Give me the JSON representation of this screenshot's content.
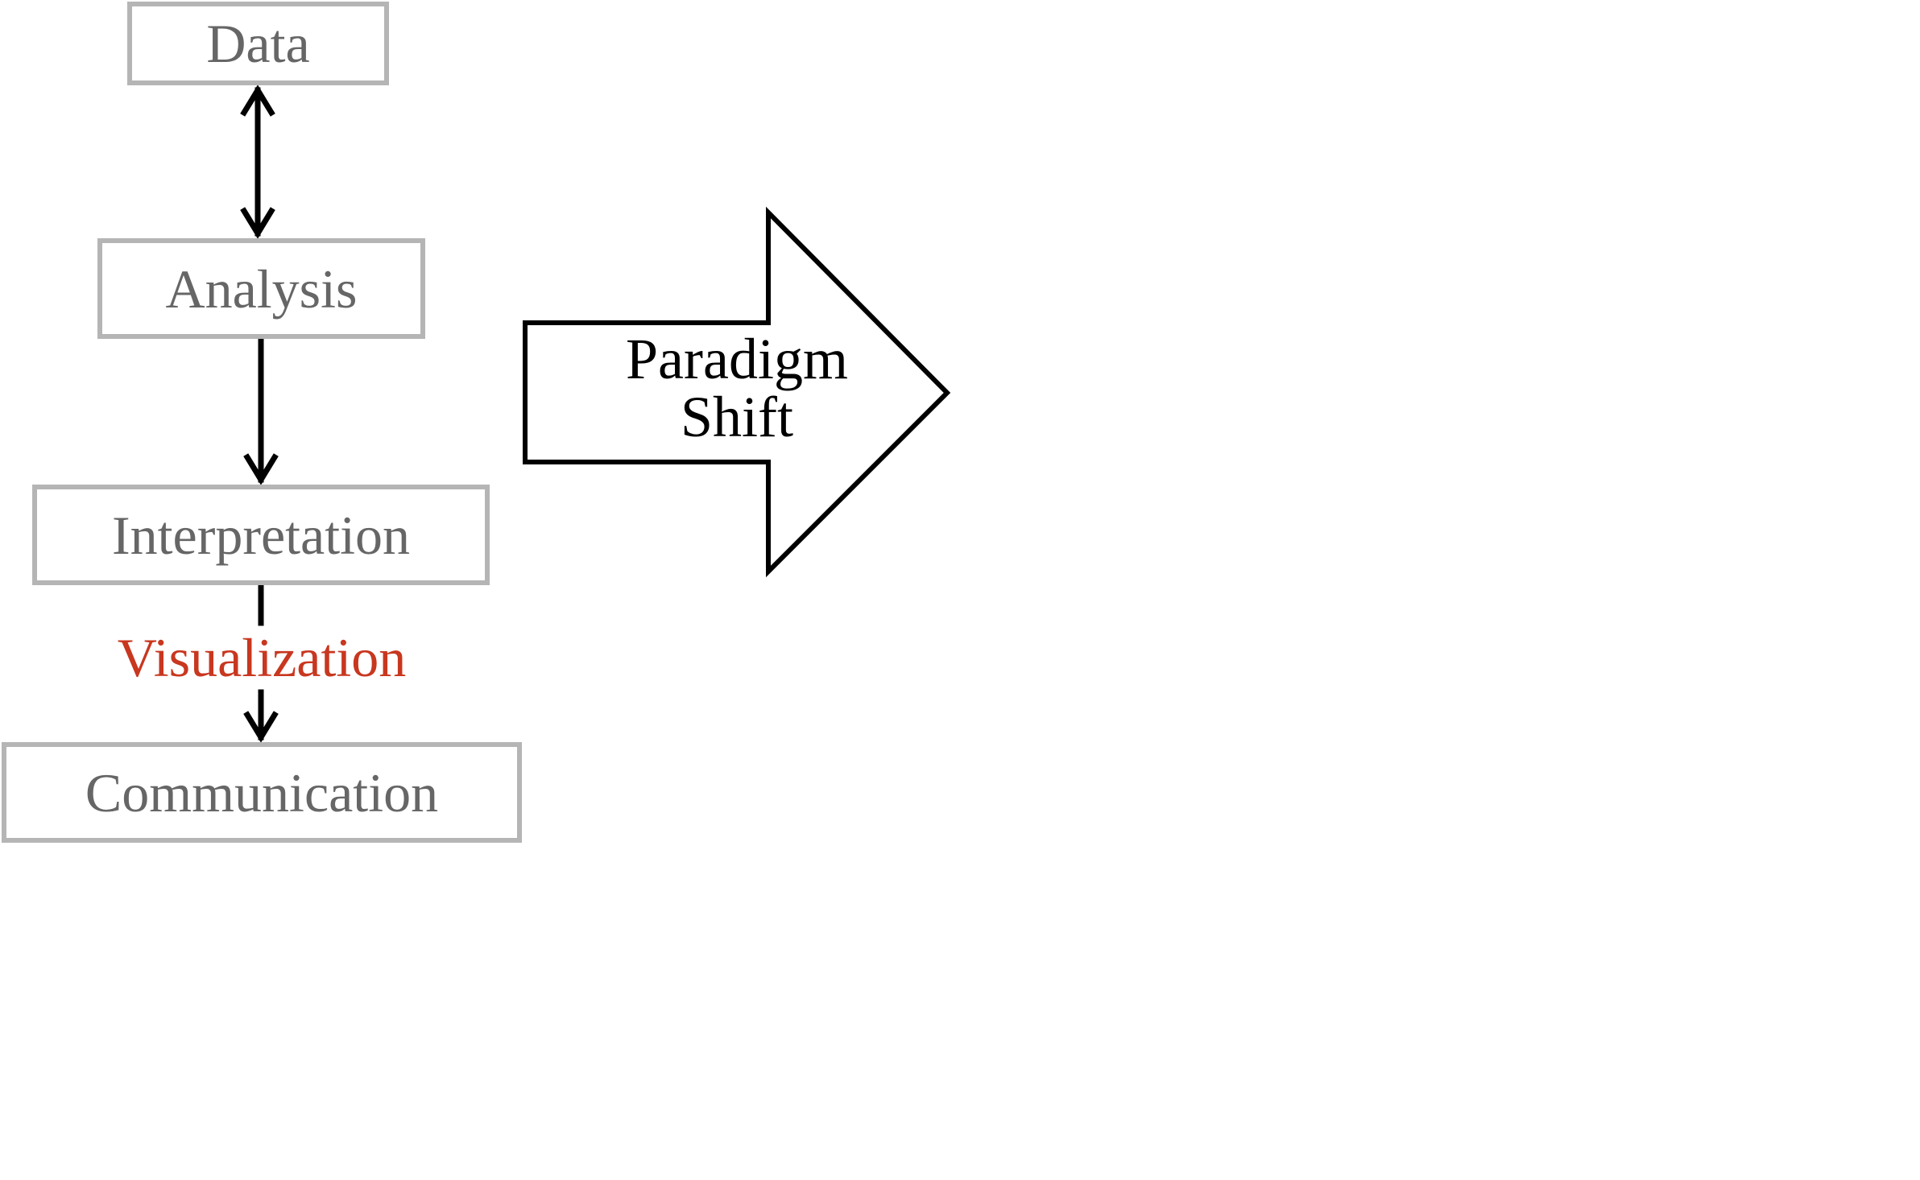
{
  "workflow": {
    "steps": [
      {
        "label": "Data"
      },
      {
        "label": "Analysis"
      },
      {
        "label": "Interpretation"
      },
      {
        "label": "Communication"
      }
    ],
    "visualization_label": "Visualization"
  },
  "shift_arrow": {
    "line1": "Paradigm",
    "line2": "Shift"
  },
  "colors": {
    "box_border": "#b5b5b5",
    "box_text": "#666666",
    "highlight_text": "#c8371f",
    "arrow_stroke": "#000000"
  }
}
